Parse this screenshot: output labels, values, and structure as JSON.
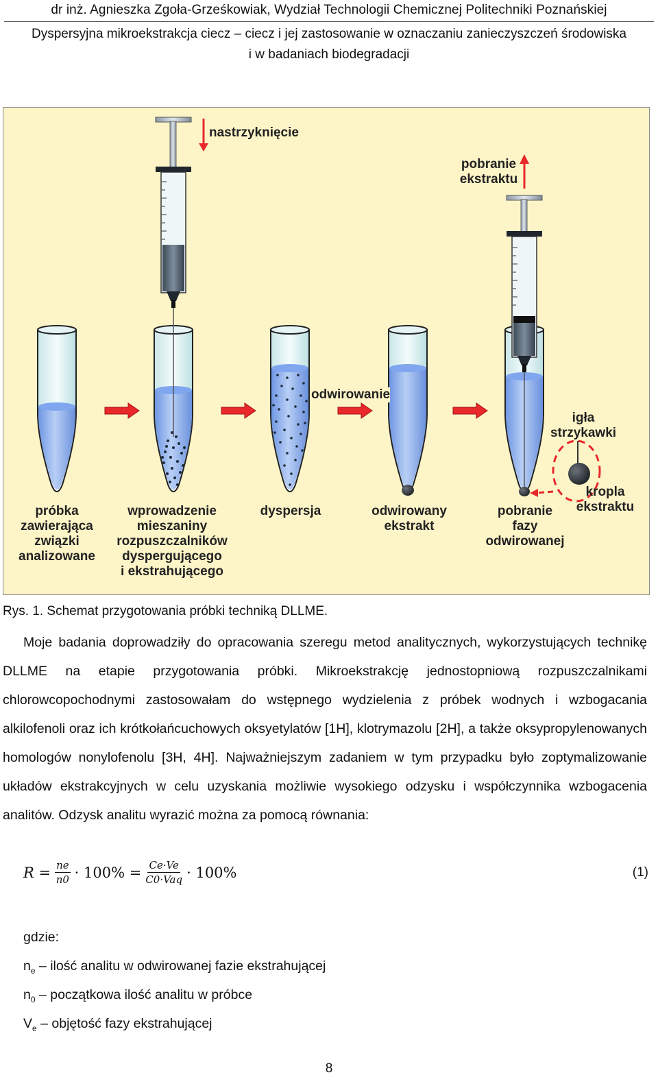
{
  "header": {
    "author_line": "dr inż. Agnieszka Zgoła-Grześkowiak, Wydział Technologii Chemicznej Politechniki Poznańskiej",
    "title_line1": "Dyspersyjna mikroekstrakcja ciecz – ciecz i jej zastosowanie w oznaczaniu zanieczyszczeń środowiska",
    "title_line2": "i w badaniach biodegradacji"
  },
  "figure": {
    "labels": {
      "injection": "nastrzyknięcie",
      "collect_1": "pobranie",
      "collect_2": "ekstraktu",
      "centrifuge": "odwirowanie",
      "needle_1": "igła",
      "needle_2": "strzykawki",
      "drop_1": "kropla",
      "drop_2": "ekstraktu",
      "step1_1": "próbka",
      "step1_2": "zawierająca",
      "step1_3": "związki",
      "step1_4": "analizowane",
      "step2_1": "wprowadzenie",
      "step2_2": "mieszaniny",
      "step2_3": "rozpuszczalników",
      "step2_4": "dyspergującego",
      "step2_5": "i ekstrahującego",
      "step3_1": "dyspersja",
      "step4_1": "odwirowany",
      "step4_2": "ekstrakt",
      "step5_1": "pobranie",
      "step5_2": "fazy",
      "step5_3": "odwirowanej"
    },
    "colors": {
      "background": "#fdf5c8",
      "liquid": "#8fb3ef",
      "arrow": "#e8282b",
      "syringe": "#5e6f80"
    }
  },
  "caption": "Rys. 1. Schemat przygotowania próbki techniką DLLME.",
  "paragraph": "Moje badania doprowadziły do opracowania szeregu metod analitycznych, wykorzystujących technikę DLLME na etapie przygotowania próbki. Mikroekstrakcję jednostopniową rozpuszczalnikami chlorowcopochodnymi zastosowałam do wstępnego wydzielenia z próbek wodnych i wzbogacania alkilofenoli oraz ich krótkołańcuchowych oksyetylatów [1H], klotrymazolu [2H], a także oksypropylenowanych homologów nonylofenolu [3H, 4H]. Najważniejszym zadaniem w tym przypadku było zoptymalizowanie układów ekstrakcyjnych w celu uzyskania możliwie wysokiego odzysku i współczynnika wzbogacenia analitów. Odzysk analitu wyrazić można za pomocą równania:",
  "equation": {
    "lhs": "R =",
    "f1_num": "ne",
    "f1_den": "n0",
    "mid": "· 100% =",
    "f2_num": "Ce·Ve",
    "f2_den": "C0·Vaq",
    "tail": "· 100%",
    "number": "(1)"
  },
  "definitions": {
    "intro": "gdzie:",
    "items": [
      {
        "symbol": "n",
        "sub": "e",
        "text": " – ilość analitu w odwirowanej fazie ekstrahującej"
      },
      {
        "symbol": "n",
        "sub": "0",
        "text": " – początkowa ilość analitu w próbce"
      },
      {
        "symbol": "V",
        "sub": "e",
        "text": " – objętość fazy ekstrahującej"
      }
    ]
  },
  "page_number": "8"
}
